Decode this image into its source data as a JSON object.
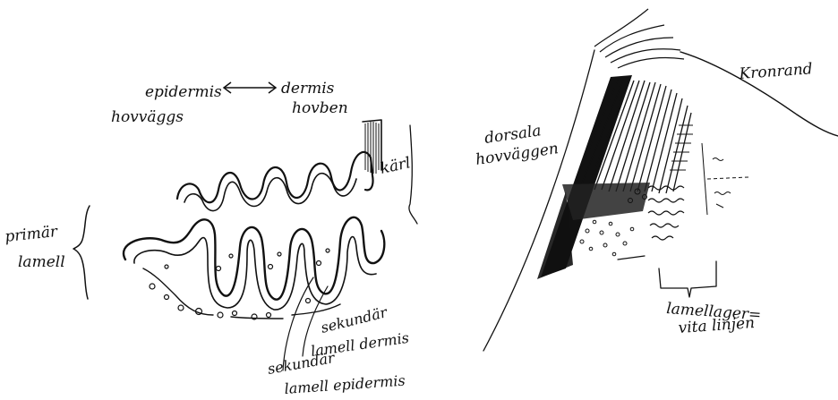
{
  "left_drawing": {
    "epidermis": "epidermis",
    "dermis": "dermis",
    "hovvaggs": "hovväggs",
    "hovben": "hovben",
    "karl": "kärl",
    "primar": "primär",
    "lamell": "lamell",
    "sekundar_1": "sekundär",
    "lamell_dermis": "lamell dermis",
    "sekundar_2": "sekundär",
    "lamell_epidermis": "lamell epidermis"
  },
  "right_drawing": {
    "kronrand": "Kronrand",
    "dorsala": "dorsala",
    "hovvaggen": "hovväggen",
    "lamellager": "lamellager=",
    "vita_linjen": "vita linjen"
  },
  "colors": {
    "ink": "#111111",
    "paper": "#ffffff"
  }
}
